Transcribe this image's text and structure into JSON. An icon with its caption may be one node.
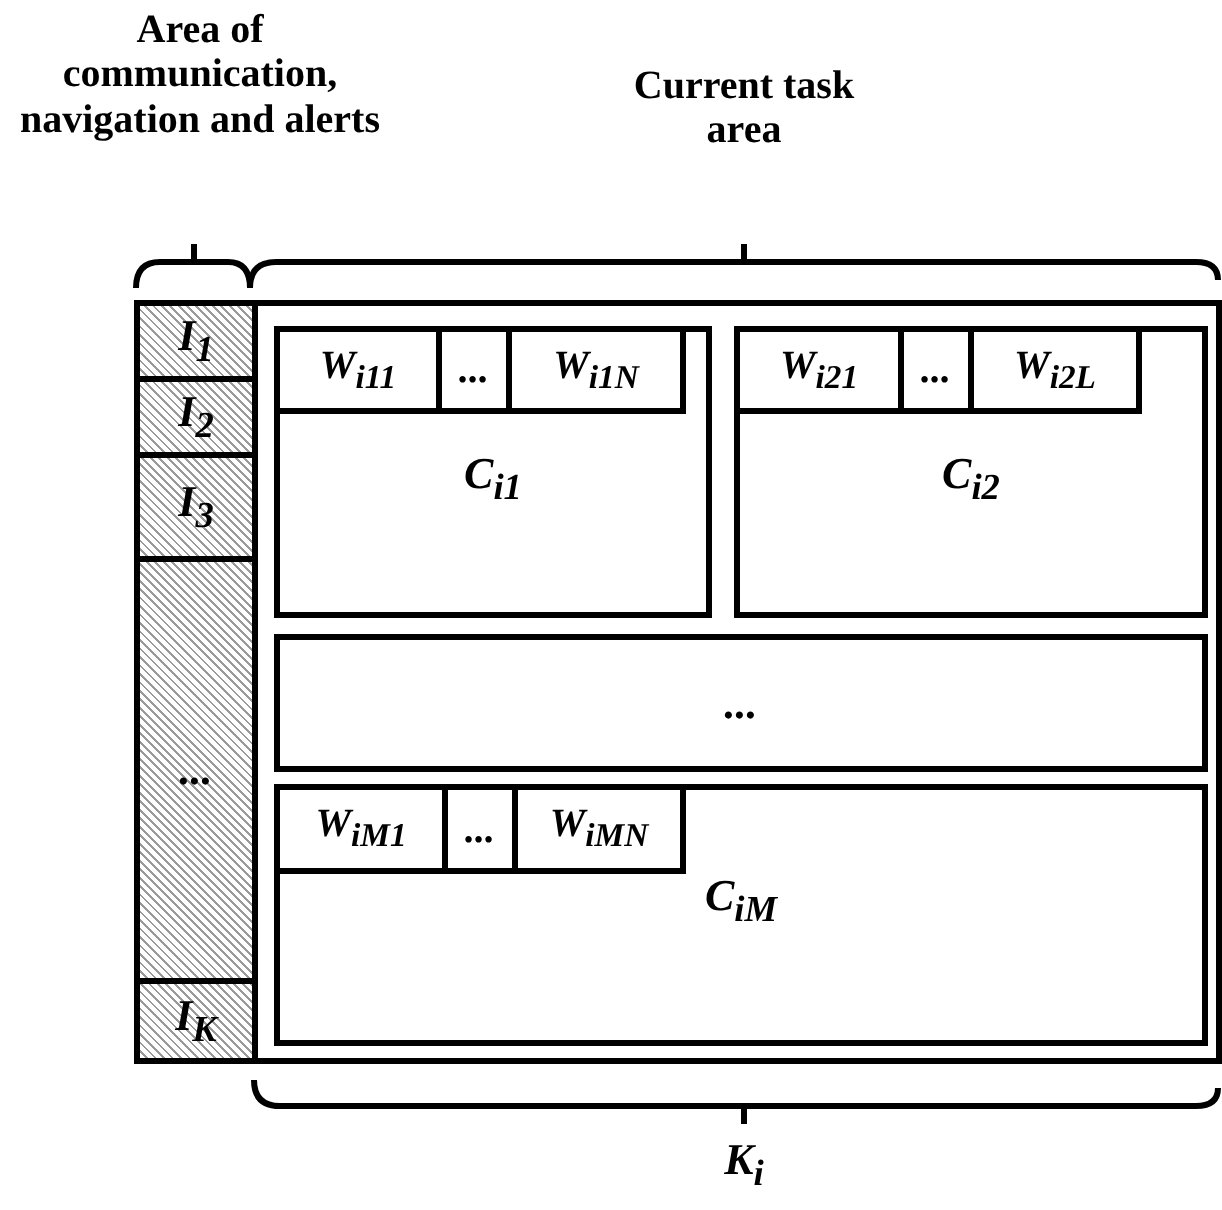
{
  "diagram": {
    "nodes": [
      {
        "text": [],
        "shape": "box"
      },
      {
        "text": [],
        "shape": "box",
        "in": 0
      },
      {
        "text": [
          "I$_{1}$"
        ],
        "in": 1
      },
      {
        "text": [
          "I$_{2}$"
        ],
        "in": 1
      },
      {
        "text": [
          "I$_{3}$"
        ],
        "in": 1
      },
      {
        "text": [
          "..."
        ],
        "in": 1
      },
      {
        "text": [
          "I$_{K}$"
        ],
        "in": 1
      },
      {
        "text": [
          "C$_{i1}$"
        ],
        "in": 0
      },
      {
        "text": [
          "W$_{i11}$"
        ],
        "in": 7
      },
      {
        "text": [
          "..."
        ],
        "in": 7
      },
      {
        "text": [
          "W$_{i1N}$"
        ],
        "in": 7
      },
      {
        "text": [
          "C$_{i2}$"
        ],
        "in": 0
      },
      {
        "text": [
          "W$_{i21}$"
        ],
        "in": 11
      },
      {
        "text": [
          "..."
        ],
        "in": 11
      },
      {
        "text": [
          "W$_{i2L}$"
        ],
        "in": 11
      },
      {
        "text": [
          "..."
        ],
        "in": 0
      },
      {
        "text": [
          "C$_{iM}$"
        ],
        "in": 0
      },
      {
        "text": [
          "W$_{iM1}$"
        ],
        "in": 16
      },
      {
        "text": [
          "..."
        ],
        "in": 16
      },
      {
        "text": [
          "W$_{iMN}$"
        ],
        "in": 16
      }
    ],
    "edges": [],
    "labels": [
      "Area of communication, navigation and alerts",
      "Current task area",
      "K$_{i}$"
    ]
  }
}
